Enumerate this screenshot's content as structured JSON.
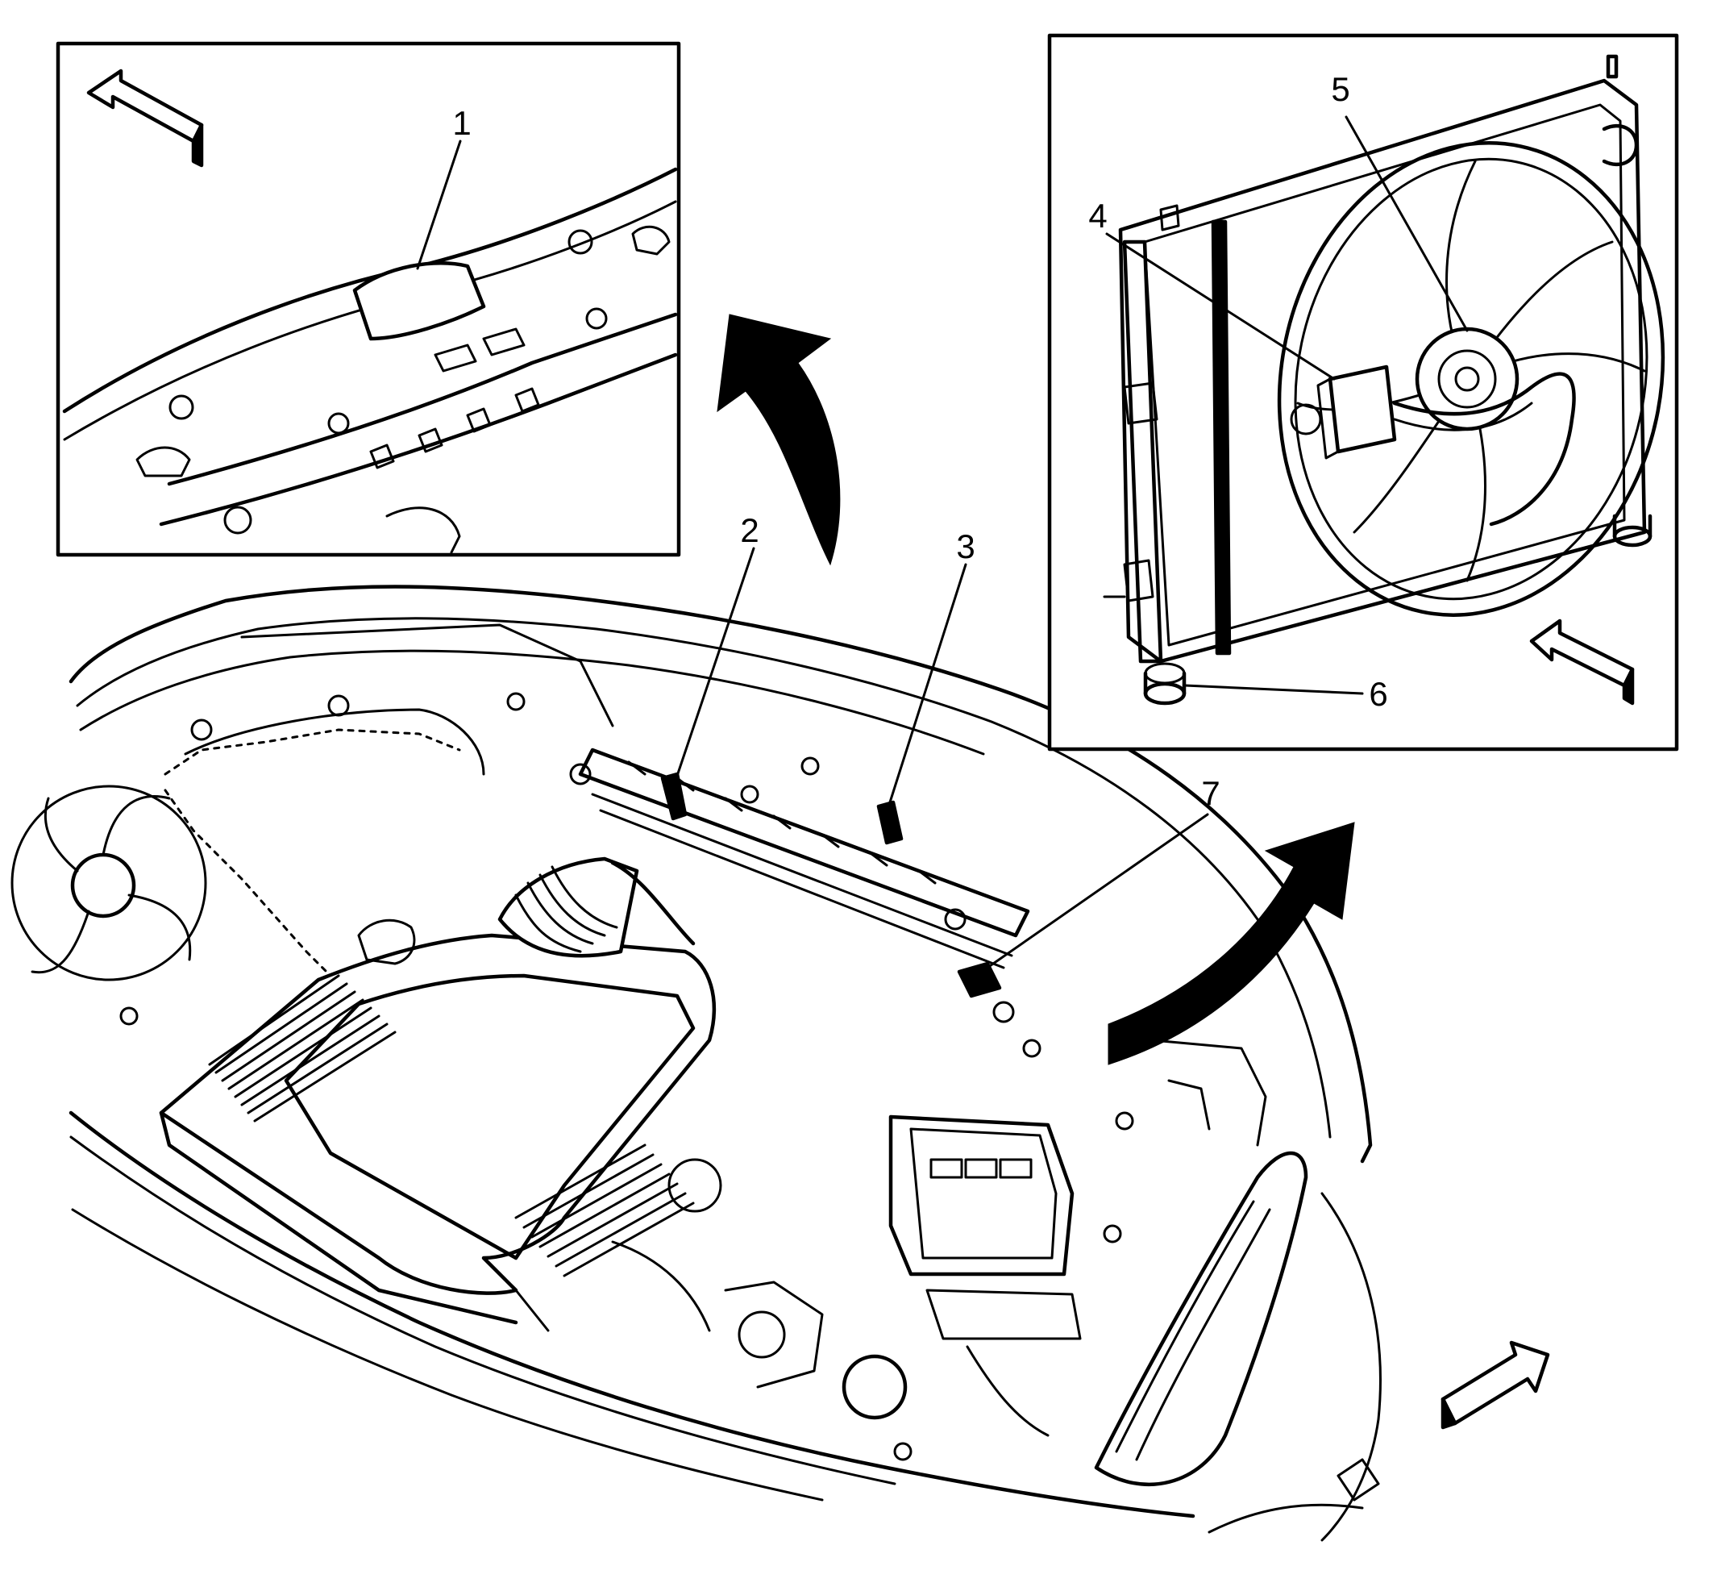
{
  "callouts": [
    "1",
    "2",
    "3",
    "4",
    "5",
    "6",
    "7"
  ],
  "colors": {
    "line": "#000000",
    "background": "#ffffff"
  },
  "icons": [
    "forward-direction-arrow-icon",
    "curved-detail-arrow-icon"
  ]
}
